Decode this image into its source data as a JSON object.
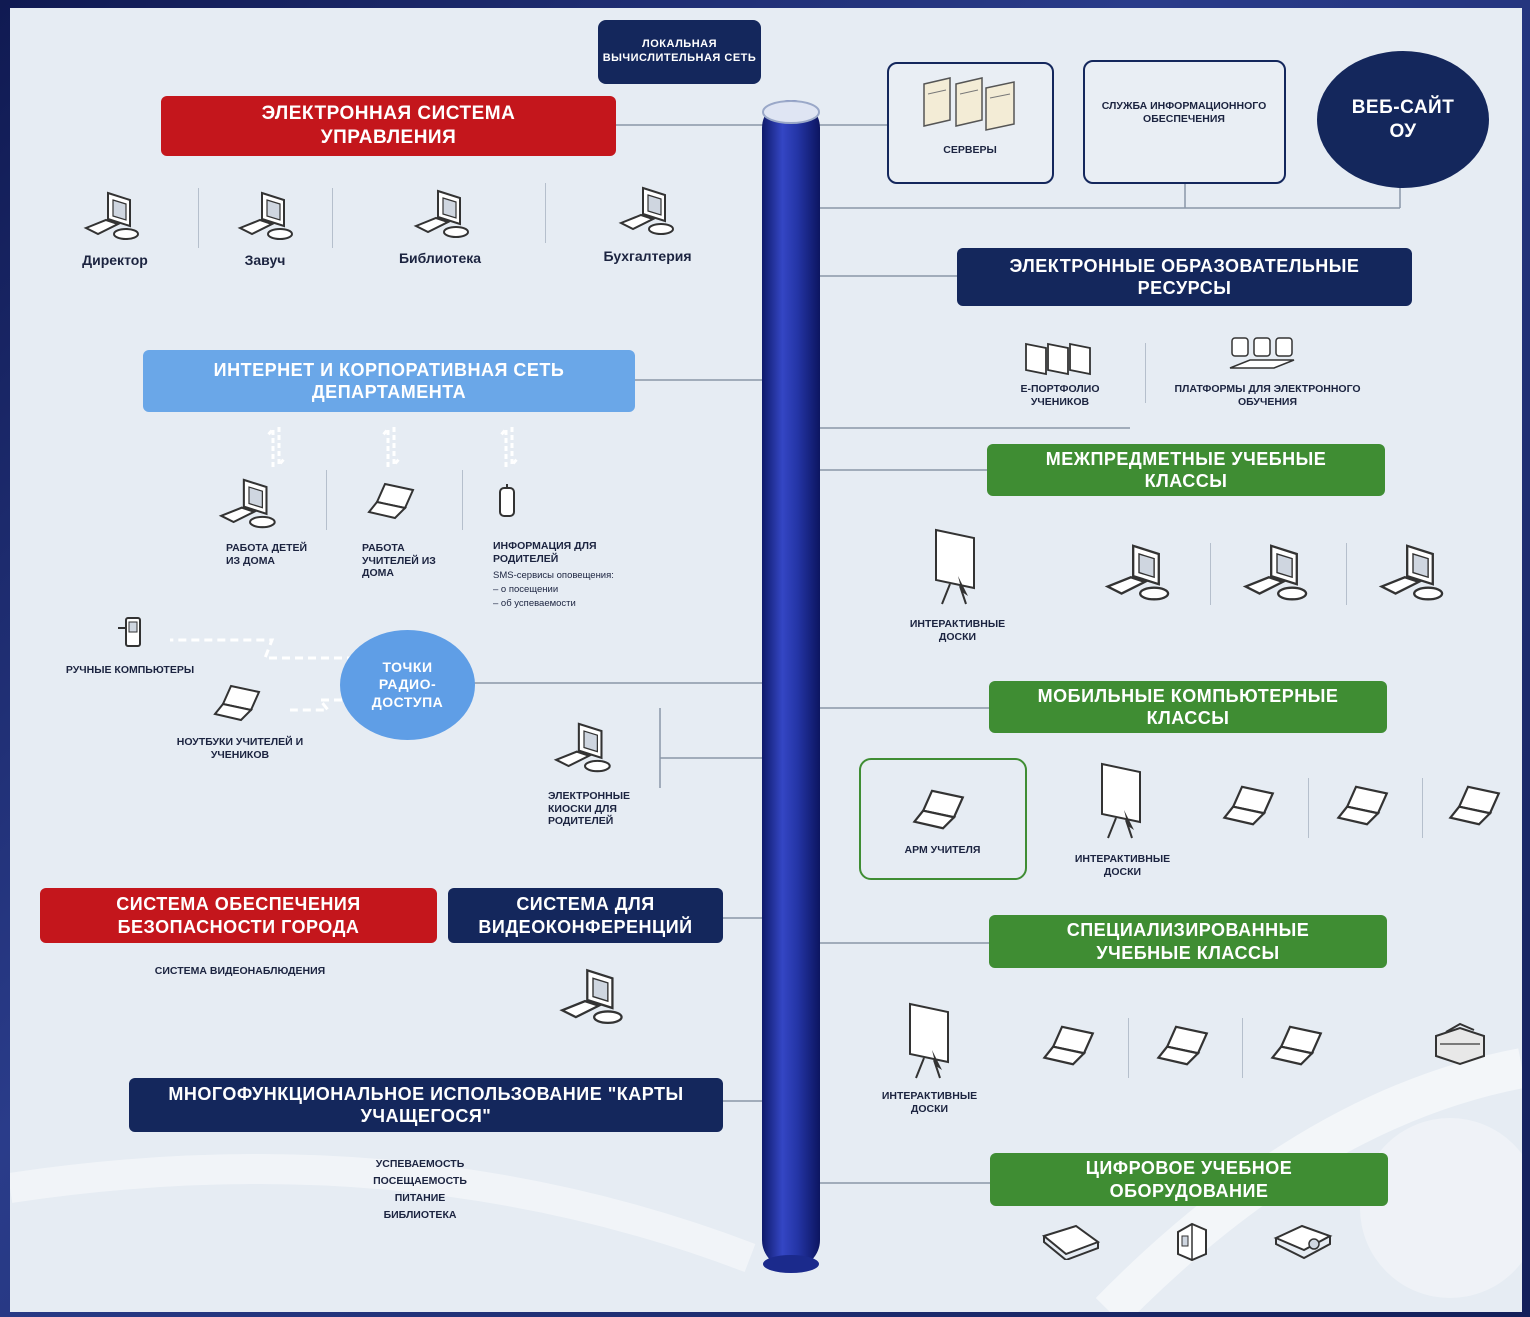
{
  "spine_label": "ЛОКАЛЬНАЯ ВЫЧИСЛИТЕЛЬНАЯ СЕТЬ",
  "left": {
    "mgmt": {
      "title": "ЭЛЕКТРОННАЯ СИСТЕМА УПРАВЛЕНИЯ",
      "items": [
        "Директор",
        "Завуч",
        "Библиотека",
        "Бухгалтерия"
      ]
    },
    "internet": {
      "title": "ИНТЕРНЕТ И КОРПОРАТИВНАЯ СЕТЬ ДЕПАРТАМЕНТА",
      "items": [
        "РАБОТА ДЕТЕЙ ИЗ ДОМА",
        "РАБОТА УЧИТЕЛЕЙ ИЗ ДОМА"
      ],
      "parents_title": "ИНФОРМАЦИЯ ДЛЯ РОДИТЕЛЕЙ",
      "parents_lines": [
        "SMS-сервисы оповещения:",
        "– о посещении",
        "– об успеваемости"
      ]
    },
    "radio": {
      "title": "ТОЧКИ РАДИО-ДОСТУПА",
      "handhelds": "РУЧНЫЕ КОМПЬЮТЕРЫ",
      "laptops": "НОУТБУКИ УЧИТЕЛЕЙ И УЧЕНИКОВ",
      "kiosks": "ЭЛЕКТРОННЫЕ КИОСКИ ДЛЯ РОДИТЕЛЕЙ"
    },
    "security": {
      "title": "СИСТЕМА ОБЕСПЕЧЕНИЯ БЕЗОПАСНОСТИ ГОРОДА",
      "sub": "СИСТЕМА ВИДЕОНАБЛЮДЕНИЯ"
    },
    "video": {
      "title": "СИСТЕМА ДЛЯ ВИДЕОКОНФЕРЕНЦИЙ"
    },
    "card": {
      "title": "МНОГОФУНКЦИОНАЛЬНОЕ ИСПОЛЬЗОВАНИЕ \"КАРТЫ УЧАЩЕГОСЯ\"",
      "items": [
        "УСПЕВАЕМОСТЬ",
        "ПОСЕЩАЕМОСТЬ",
        "ПИТАНИЕ",
        "БИБЛИОТЕКА"
      ]
    }
  },
  "right": {
    "servers": "СЕРВЕРЫ",
    "info_service": "СЛУЖБА ИНФОРМАЦИОННОГО ОБЕСПЕЧЕНИЯ",
    "website": "ВЕБ-САЙТ ОУ",
    "eor": {
      "title": "ЭЛЕКТРОННЫЕ ОБРАЗОВАТЕЛЬНЫЕ РЕСУРСЫ",
      "portfolio": "Е-ПОРТФОЛИО УЧЕНИКОВ",
      "platforms": "ПЛАТФОРМЫ ДЛЯ ЭЛЕКТРОННОГО ОБУЧЕНИЯ"
    },
    "inter": {
      "title": "МЕЖПРЕДМЕТНЫЕ УЧЕБНЫЕ КЛАССЫ",
      "boards": "ИНТЕРАКТИВНЫЕ ДОСКИ"
    },
    "mobile": {
      "title": "МОБИЛЬНЫЕ КОМПЬЮТЕРНЫЕ КЛАССЫ",
      "arm": "АРМ УЧИТЕЛЯ",
      "boards": "ИНТЕРАКТИВНЫЕ ДОСКИ"
    },
    "special": {
      "title": "СПЕЦИАЛИЗИРОВАННЫЕ УЧЕБНЫЕ КЛАССЫ",
      "boards": "ИНТЕРАКТИВНЫЕ ДОСКИ"
    },
    "digital": {
      "title": "ЦИФРОВОЕ УЧЕБНОЕ ОБОРУДОВАНИЕ"
    }
  },
  "colors": {
    "red": "#c4161c",
    "navy": "#14275c",
    "light_blue": "#6aa7e8",
    "green": "#3f8d33",
    "pipe": "#1f2f9a"
  }
}
